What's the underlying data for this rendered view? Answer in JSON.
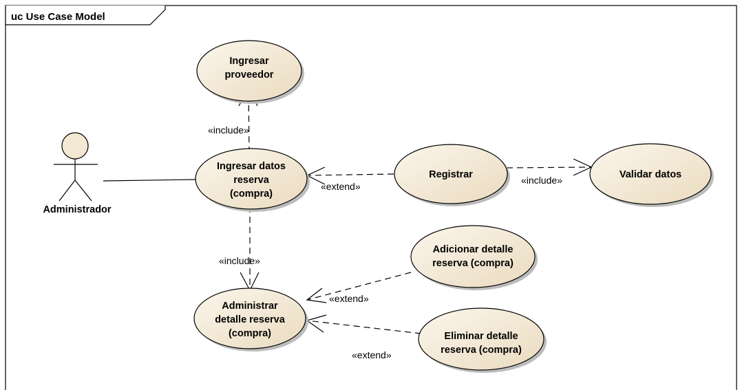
{
  "frame": {
    "title": "uc Use Case Model"
  },
  "actor": {
    "name": "Administrador"
  },
  "use_cases": {
    "ingresar_proveedor": [
      "Ingresar",
      "proveedor"
    ],
    "ingresar_datos_reserva": [
      "Ingresar datos",
      "reserva",
      "(compra)"
    ],
    "registrar": [
      "Registrar"
    ],
    "validar_datos": [
      "Validar datos"
    ],
    "adicionar_detalle": [
      "Adicionar detalle",
      "reserva (compra)"
    ],
    "administrar_detalle": [
      "Administrar",
      "detalle reserva",
      "(compra)"
    ],
    "eliminar_detalle": [
      "Eliminar detalle",
      "reserva (compra)"
    ]
  },
  "relationships": {
    "include_proveedor": "«include»",
    "extend_registrar": "«extend»",
    "include_validar": "«include»",
    "include_administrar": "«include»",
    "extend_adicionar": "«extend»",
    "extend_eliminar": "«extend»"
  },
  "colors": {
    "use_case_fill_light": "#f9f3e6",
    "use_case_fill_dark": "#ecdcc0",
    "shadow": "#bcbcbc",
    "line": "#000000"
  }
}
